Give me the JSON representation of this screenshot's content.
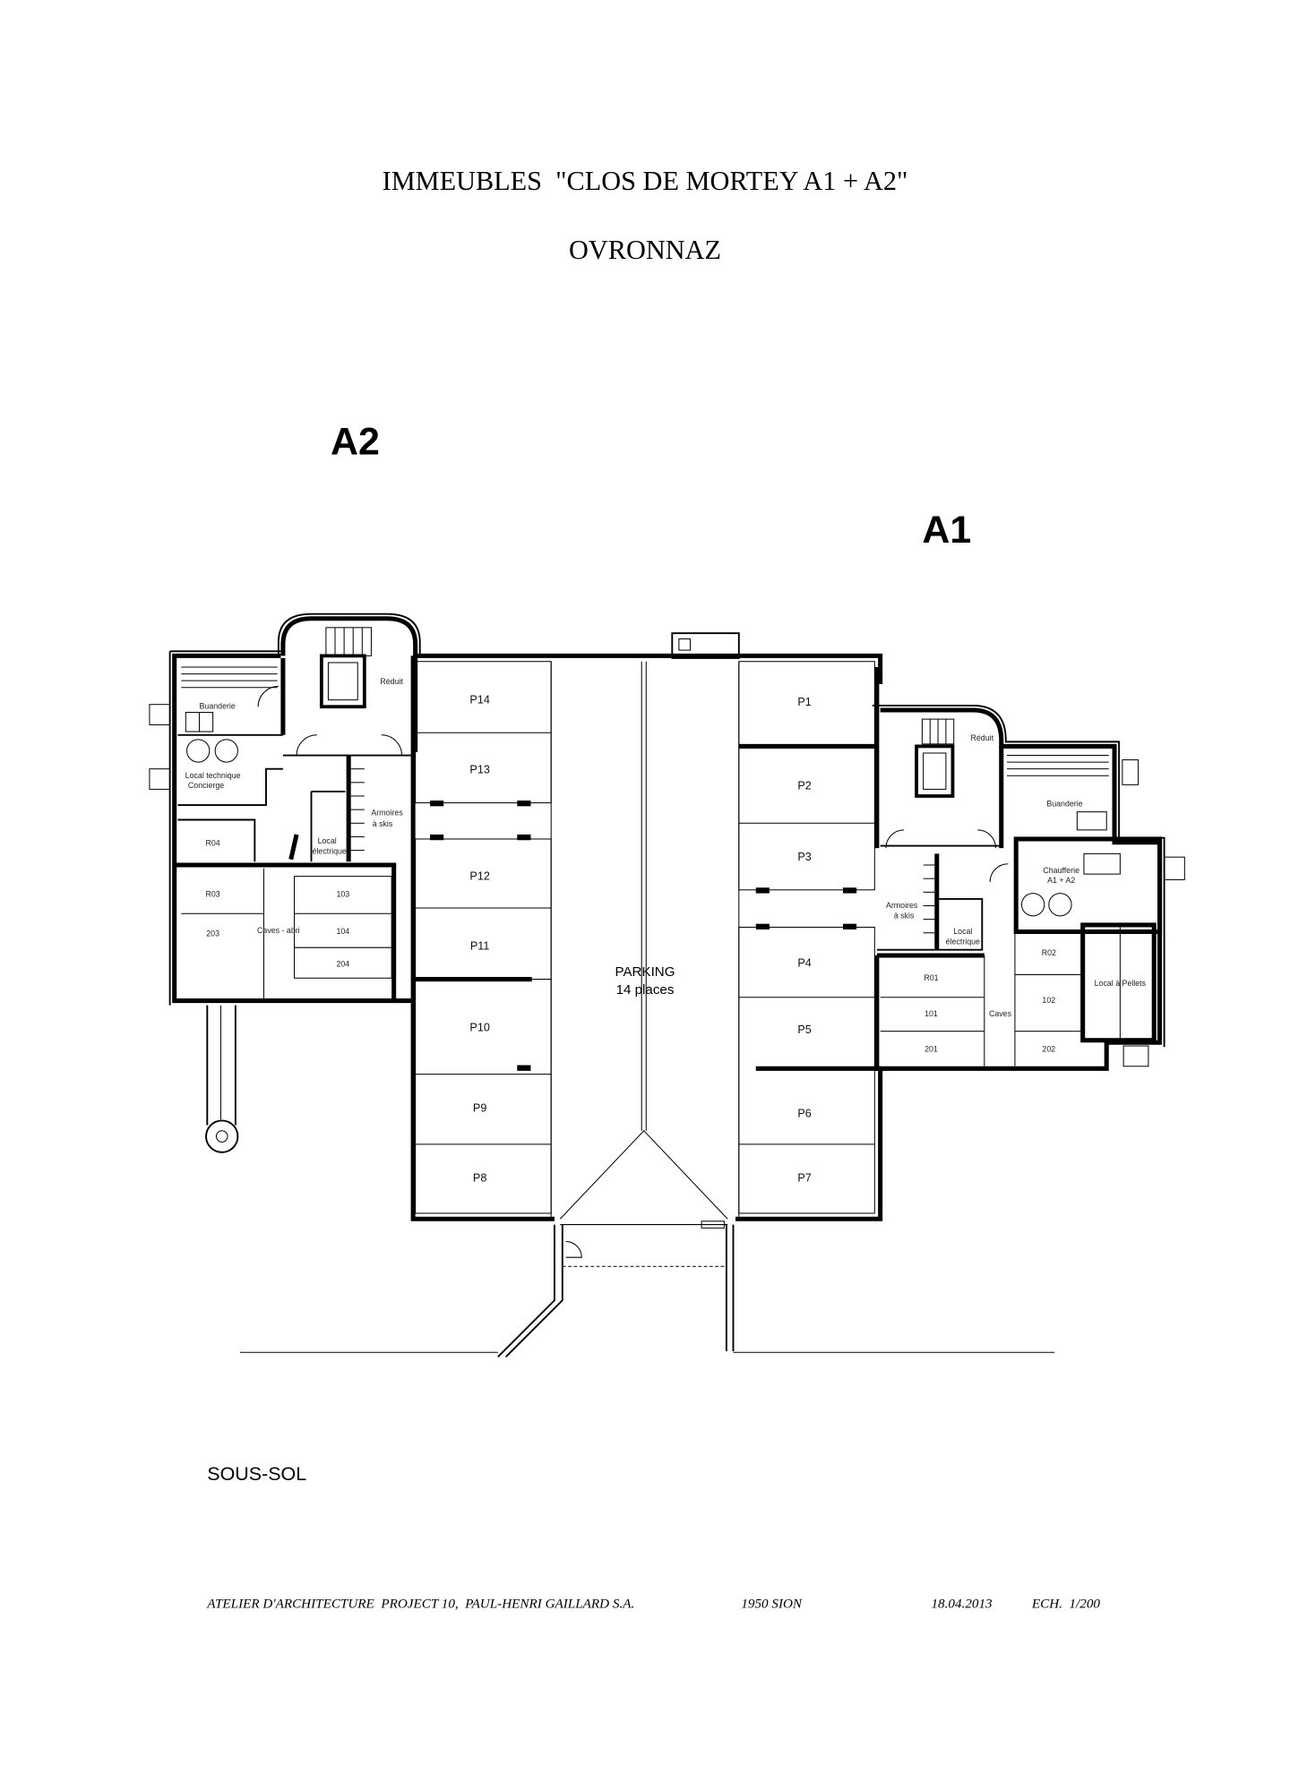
{
  "header": {
    "title": "IMMEUBLES  \"CLOS DE MORTEY A1 + A2\"",
    "subtitle": "OVRONNAZ"
  },
  "buildings": {
    "a2": "A2",
    "a1": "A1"
  },
  "parking": {
    "label": "PARKING",
    "capacity": "14 places",
    "left_stalls": [
      "P14",
      "P13",
      "P12",
      "P11",
      "P10",
      "P9",
      "P8"
    ],
    "right_stalls": [
      "P1",
      "P2",
      "P3",
      "P4",
      "P5",
      "P6",
      "P7"
    ]
  },
  "a2_rooms": {
    "buanderie": "Buanderie",
    "local_tech_1": "Local technique",
    "local_tech_2": "Concierge",
    "reduit": "Réduit",
    "armoires_1": "Armoires",
    "armoires_2": "à skis",
    "local_elec_1": "Local",
    "local_elec_2": "électrique",
    "r04": "R04",
    "r03": "R03",
    "c203": "203",
    "caves": "Caves - abri",
    "c103": "103",
    "c104": "104",
    "c204": "204"
  },
  "a1_rooms": {
    "reduit": "Réduit",
    "buanderie": "Buanderie",
    "chaufferie_1": "Chaufferie",
    "chaufferie_2": "A1 + A2",
    "armoires_1": "Armoires",
    "armoires_2": "à skis",
    "local_elec_1": "Local",
    "local_elec_2": "électrique",
    "r01": "R01",
    "c101": "101",
    "c201": "201",
    "caves": "Caves",
    "r02": "R02",
    "c102": "102",
    "c202": "202",
    "pellets": "Local à Pellets"
  },
  "level": "SOUS-SOL",
  "footer": {
    "architect": "ATELIER D'ARCHITECTURE  PROJECT 10,  PAUL-HENRI GAILLARD S.A.",
    "city": "1950 SION",
    "date": "18.04.2013",
    "scale": "ECH.  1/200"
  }
}
